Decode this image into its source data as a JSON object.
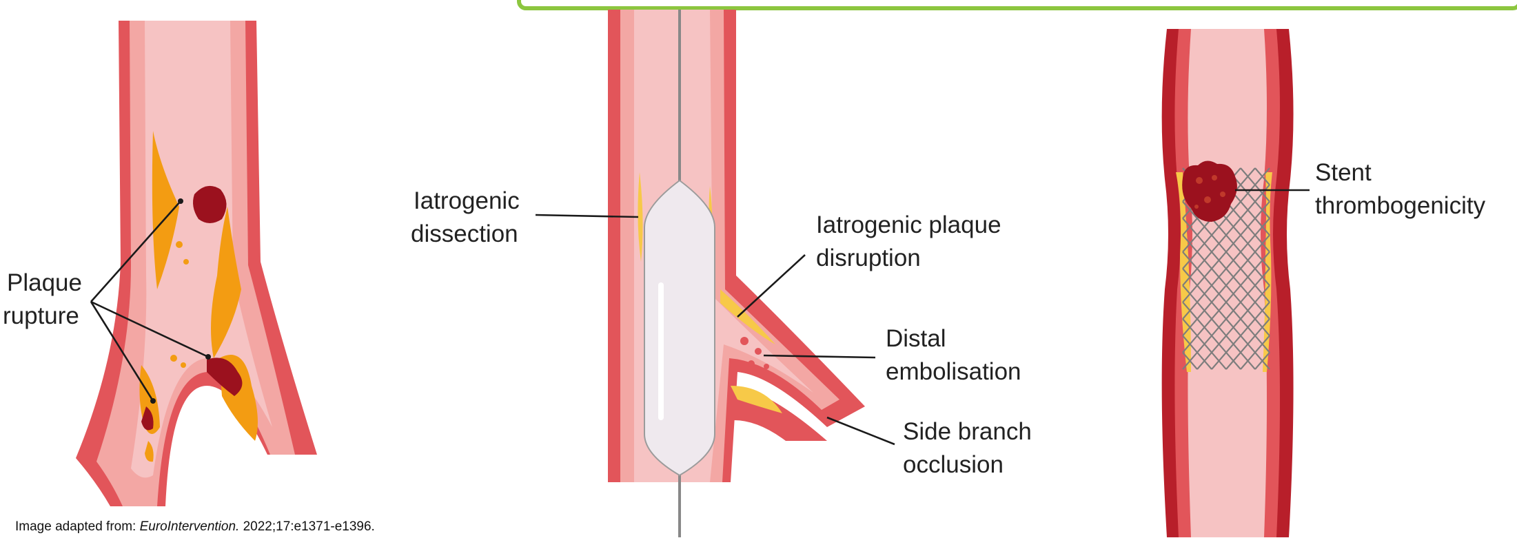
{
  "banner": {
    "text": "",
    "border_color": "#8cc63f"
  },
  "panels": {
    "plaque_rupture": {
      "label_line1": "Plaque",
      "label_line2": "rupture"
    },
    "balloon": {
      "dissection_line1": "Iatrogenic",
      "dissection_line2": "dissection",
      "disruption_line1": "Iatrogenic plaque",
      "disruption_line2": "disruption",
      "embolisation_line1": "Distal",
      "embolisation_line2": "embolisation",
      "side_branch_line1": "Side branch",
      "side_branch_line2": "occlusion"
    },
    "stent": {
      "label_line1": "Stent",
      "label_line2": "thrombogenicity"
    }
  },
  "footer": {
    "prefix": "Image adapted from: ",
    "journal": "EuroIntervention.",
    "citation": " 2022;17:e1371-e1396."
  },
  "colors": {
    "vessel_wall": "#e2555a",
    "vessel_wall_dark": "#b81f2a",
    "lumen": "#f6c3c3",
    "plaque": "#f39c12",
    "thrombus": "#9b111e",
    "balloon": "#efe9ee",
    "stent_strut": "#7d7d7d",
    "banner_border": "#8cc63f"
  }
}
